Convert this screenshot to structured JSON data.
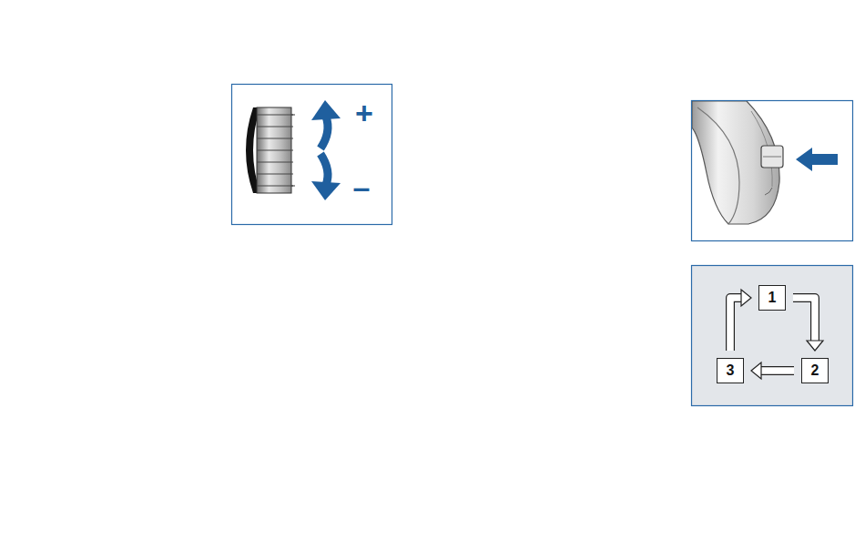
{
  "diagram": {
    "nodes": [
      {
        "text": [
          "1"
        ]
      },
      {
        "text": [
          "2"
        ]
      },
      {
        "text": [
          "3"
        ]
      }
    ],
    "edges": [
      {
        "from": 0,
        "to": 1,
        "arrow": "to"
      },
      {
        "from": 1,
        "to": 2,
        "arrow": "to"
      },
      {
        "from": 2,
        "to": 0,
        "arrow": "to"
      }
    ],
    "labels": [
      "+",
      "–"
    ]
  }
}
